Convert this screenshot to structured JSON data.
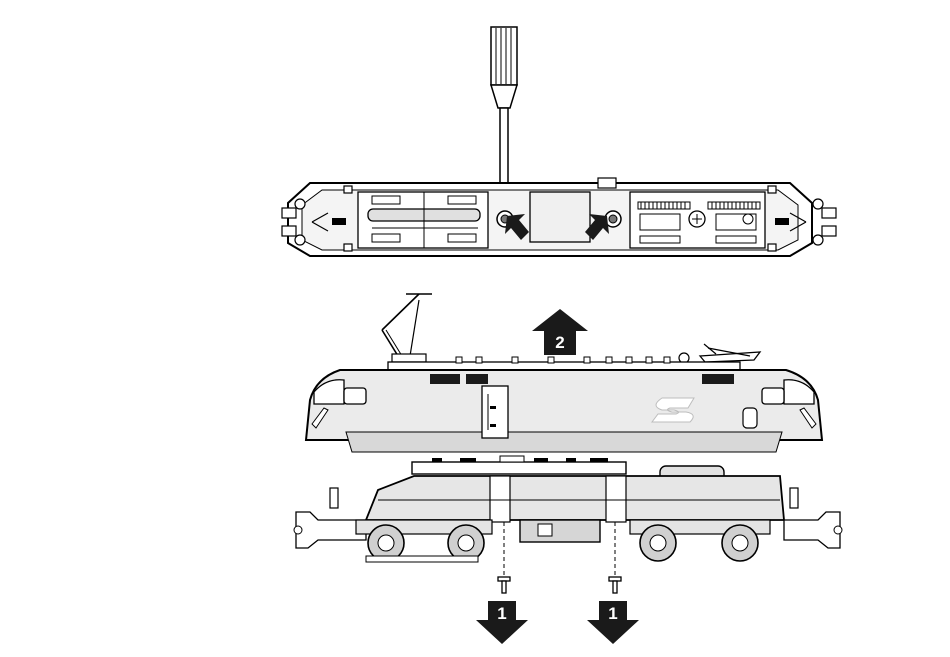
{
  "figure": {
    "steps": [
      {
        "label": "1",
        "action": "remove-screw",
        "direction": "down"
      },
      {
        "label": "1",
        "action": "remove-screw",
        "direction": "down"
      },
      {
        "label": "2",
        "action": "lift-body",
        "direction": "up"
      }
    ],
    "views": [
      {
        "name": "underside-view",
        "tool": "screwdriver",
        "marked_screws": 2
      },
      {
        "name": "locomotive-body-shell"
      },
      {
        "name": "chassis"
      }
    ],
    "colors": {
      "line": "#000000",
      "body_fill": "#e8e8e8",
      "chassis_fill": "#dcdcdc",
      "dark_fill": "#1a1a1a",
      "background": "#ffffff"
    }
  }
}
